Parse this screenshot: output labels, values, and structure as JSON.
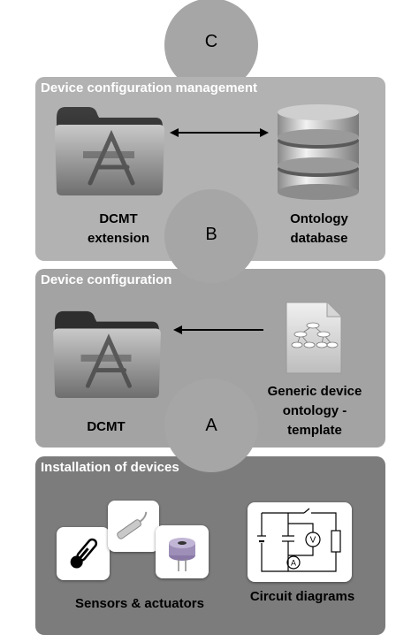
{
  "circles": {
    "c": "C",
    "b": "B",
    "a": "A"
  },
  "panels": {
    "management": {
      "title": "Device configuration management",
      "left_label": [
        "DCMT",
        "extension"
      ],
      "right_label": [
        "Ontology",
        "database"
      ]
    },
    "configuration": {
      "title": "Device configuration",
      "left_label": "DCMT",
      "right_label": [
        "Generic device",
        "ontology -",
        "template"
      ]
    },
    "installation": {
      "title": "Installation of devices",
      "sensors_label": "Sensors & actuators",
      "circuit_label": "Circuit diagrams"
    }
  },
  "icons": [
    "app-folder-icon",
    "database-icon",
    "document-diagram-icon",
    "thermometer-icon",
    "probe-sensor-icon",
    "buzzer-icon",
    "circuit-diagram-icon"
  ],
  "colors": {
    "panel_light": "#b2b2b2",
    "panel_mid": "#a3a3a3",
    "panel_dark": "#7c7c7c",
    "circle": "#a6a6a6"
  }
}
